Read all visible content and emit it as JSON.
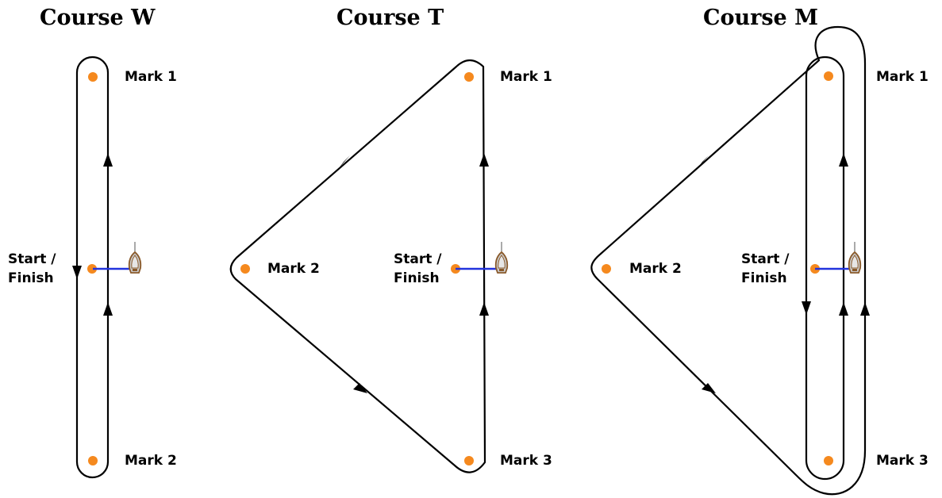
{
  "colors": {
    "buoy": "#f5891e",
    "start_line": "#2233dd",
    "boat_hull": "#c9c9c9",
    "boat_trim": "#8a5a2a",
    "route": "#000000"
  },
  "courses": {
    "w": {
      "title": "Course W",
      "marks": {
        "mark1": "Mark 1",
        "mark2": "Mark 2"
      },
      "start_line1": "Start /",
      "start_line2": "Finish"
    },
    "t": {
      "title": "Course T",
      "marks": {
        "mark1": "Mark 1",
        "mark2": "Mark 2",
        "mark3": "Mark 3"
      },
      "start_line1": "Start /",
      "start_line2": "Finish"
    },
    "m": {
      "title": "Course M",
      "marks": {
        "mark1": "Mark 1",
        "mark2": "Mark 2",
        "mark3": "Mark 3"
      },
      "start_line1": "Start /",
      "start_line2": "Finish"
    }
  },
  "icons": [
    "buoy-icon",
    "sailboat-icon",
    "arrow-icon"
  ]
}
